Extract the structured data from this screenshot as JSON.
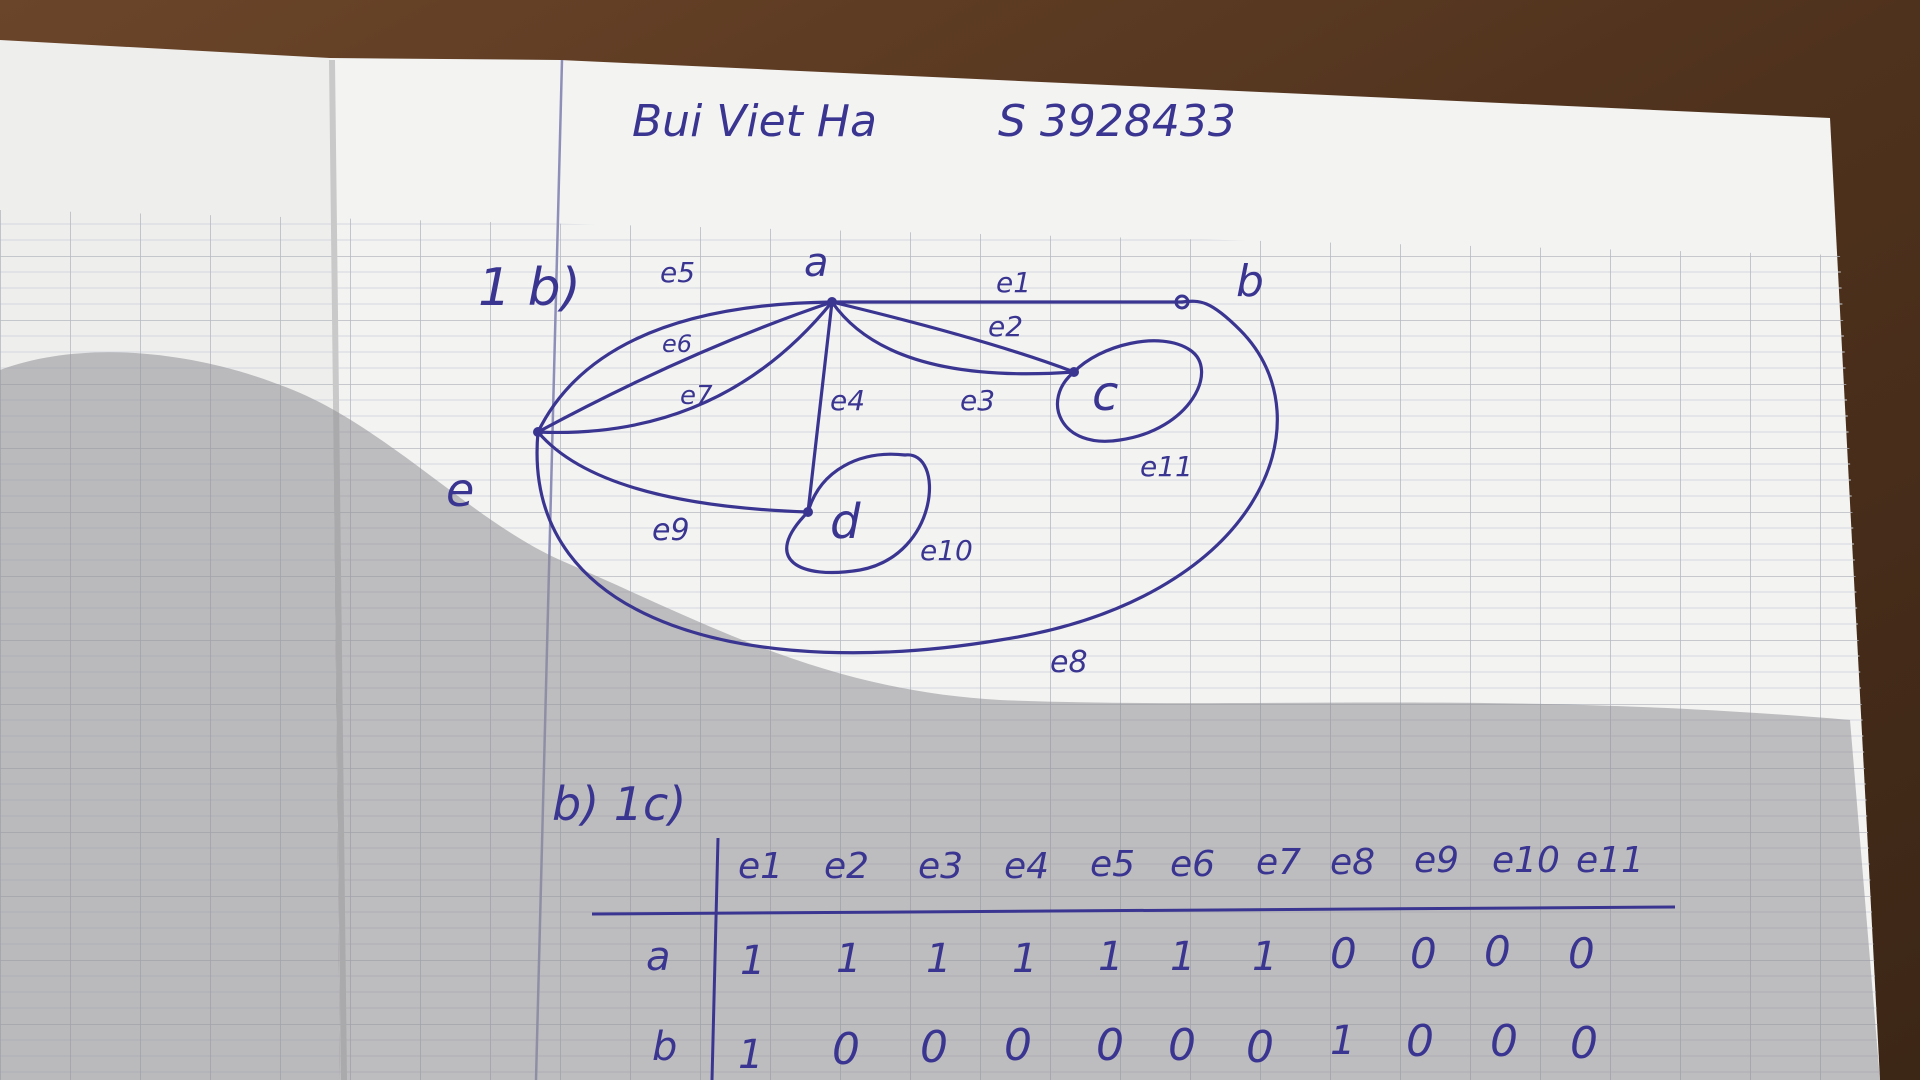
{
  "header": {
    "name": "Bui Viet Ha",
    "student_id": "S 3928433"
  },
  "graph": {
    "part_label": "1 b)",
    "vertices": [
      "a",
      "b",
      "c",
      "d",
      "e"
    ],
    "edges": [
      "e1",
      "e2",
      "e3",
      "e4",
      "e5",
      "e6",
      "e7",
      "e8",
      "e9",
      "e10",
      "e11"
    ]
  },
  "matrix": {
    "part_label": "b) 1c)",
    "columns": [
      "e1",
      "e2",
      "e3",
      "e4",
      "e5",
      "e6",
      "e7",
      "e8",
      "e9",
      "e10",
      "e11"
    ],
    "rows": [
      {
        "vertex": "a",
        "values": [
          "1",
          "1",
          "1",
          "1",
          "1",
          "1",
          "1",
          "0",
          "0",
          "0",
          "0"
        ]
      },
      {
        "vertex": "b",
        "values": [
          "1",
          "0",
          "0",
          "0",
          "0",
          "0",
          "0",
          "1",
          "0",
          "0",
          "0"
        ]
      }
    ]
  },
  "colors": {
    "ink": "#3a3590",
    "paper": "#f1f1f0",
    "shadow": "#a9a9ad",
    "desk": "#5a3a22",
    "grid": "#b9bcc4"
  }
}
